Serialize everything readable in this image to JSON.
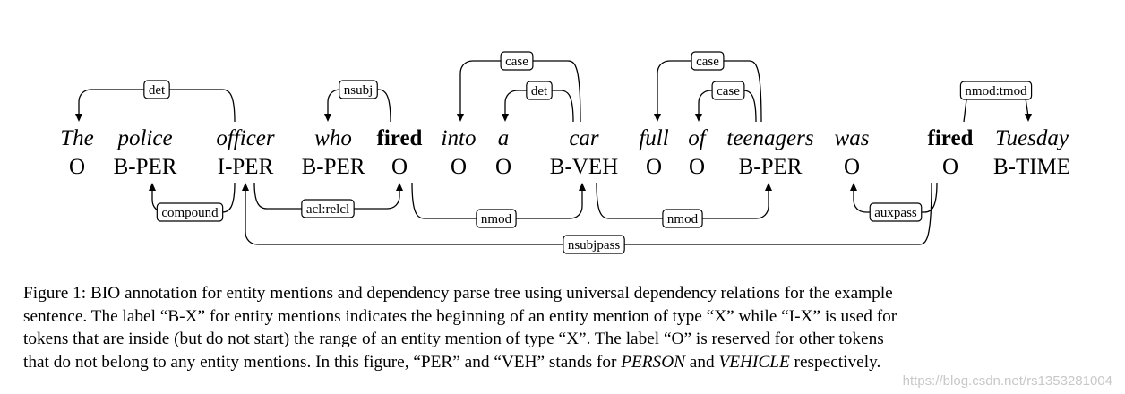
{
  "sentence": {
    "tokens": [
      {
        "word": "The",
        "tag": "O",
        "bold": false
      },
      {
        "word": "police",
        "tag": "B-PER",
        "bold": false
      },
      {
        "word": "officer",
        "tag": "I-PER",
        "bold": false
      },
      {
        "word": "who",
        "tag": "B-PER",
        "bold": false
      },
      {
        "word": "fired",
        "tag": "O",
        "bold": true
      },
      {
        "word": "into",
        "tag": "O",
        "bold": false
      },
      {
        "word": "a",
        "tag": "O",
        "bold": false
      },
      {
        "word": "car",
        "tag": "B-VEH",
        "bold": false
      },
      {
        "word": "full",
        "tag": "O",
        "bold": false
      },
      {
        "word": "of",
        "tag": "O",
        "bold": false
      },
      {
        "word": "teenagers",
        "tag": "B-PER",
        "bold": false
      },
      {
        "word": "was",
        "tag": "O",
        "bold": false
      },
      {
        "word": "fired",
        "tag": "O",
        "bold": true
      },
      {
        "word": "Tuesday",
        "tag": "B-TIME",
        "bold": false
      }
    ]
  },
  "relations": [
    {
      "label": "det",
      "head": 2,
      "dep": 0
    },
    {
      "label": "nsubj",
      "head": 4,
      "dep": 3
    },
    {
      "label": "case",
      "head": 7,
      "dep": 5
    },
    {
      "label": "det",
      "head": 7,
      "dep": 6
    },
    {
      "label": "case",
      "head": 10,
      "dep": 8
    },
    {
      "label": "case",
      "head": 10,
      "dep": 9
    },
    {
      "label": "nmod:tmod",
      "head": 12,
      "dep": 13
    },
    {
      "label": "compound",
      "head": 2,
      "dep": 1
    },
    {
      "label": "acl:relcl",
      "head": 2,
      "dep": 4
    },
    {
      "label": "nmod",
      "head": 4,
      "dep": 7
    },
    {
      "label": "nmod",
      "head": 7,
      "dep": 10
    },
    {
      "label": "auxpass",
      "head": 12,
      "dep": 11
    },
    {
      "label": "nsubjpass",
      "head": 12,
      "dep": 2
    }
  ],
  "caption": {
    "lines": [
      [
        {
          "t": "Figure 1: BIO annotation for entity mentions and dependency parse tree using universal dependency relations for the example",
          "i": false
        }
      ],
      [
        {
          "t": "sentence. The label “B-X” for entity mentions indicates the beginning of an entity mention of type “X” while “I-X” is used for",
          "i": false
        }
      ],
      [
        {
          "t": "tokens that are inside (but do not start) the range of an entity mention of type “X”. The label “O” is reserved for other tokens",
          "i": false
        }
      ],
      [
        {
          "t": "that do not belong to any entity mentions. In this figure, “PER” and “VEH” stands for ",
          "i": false
        },
        {
          "t": "PERSON",
          "i": true
        },
        {
          "t": " and ",
          "i": false
        },
        {
          "t": "VEHICLE",
          "i": true
        },
        {
          "t": " respectively.",
          "i": false
        }
      ]
    ]
  },
  "watermark": "https://blog.csdn.net/rs1353281004"
}
